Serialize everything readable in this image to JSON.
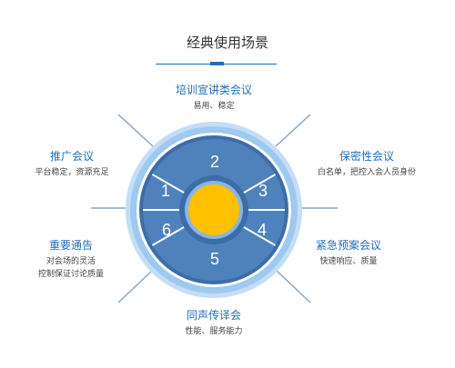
{
  "title": "经典使用场景",
  "colors": {
    "accent": "#1f6fb9",
    "segment_fill": "#4f82bd",
    "inner_ring": "#3d6da8",
    "outer_ring_light": "#c4def7",
    "outer_ring_mid": "#9ec9f0",
    "center": "#ffc000",
    "spoke": "#8aa7c4"
  },
  "segments": [
    "2",
    "3",
    "4",
    "5",
    "6",
    "1"
  ],
  "scenarios": {
    "top": {
      "title": "培训宣讲类会议",
      "desc": "易用、稳定"
    },
    "upper_left": {
      "title": "推广会议",
      "desc": "平台稳定，资源充足"
    },
    "upper_right": {
      "title": "保密性会议",
      "desc": "白名单，把控入会人员身份"
    },
    "lower_left": {
      "title": "重要通告",
      "desc_line1": "对会场的灵活",
      "desc_line2": "控制保证讨论质量"
    },
    "lower_right": {
      "title": "紧急预案会议",
      "desc": "快速响应、质量"
    },
    "bottom": {
      "title": "同声传译会",
      "desc": "性能、服务能力"
    }
  }
}
